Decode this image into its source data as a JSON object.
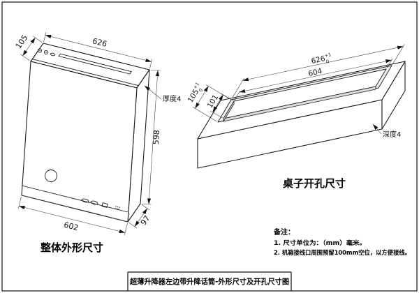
{
  "title_block": {
    "title": "超薄升降器左边带升降话筒-外形尺寸及开孔尺寸图"
  },
  "left_view": {
    "caption": "整体外形尺寸",
    "dims": {
      "top_depth": "105",
      "top_width": "626",
      "right_height": "598",
      "bottom_width": "602",
      "bottom_depth": "97",
      "panel_thickness_label": "厚度4"
    }
  },
  "right_view": {
    "caption": "桌子开孔尺寸",
    "dims": {
      "outer_length": {
        "value": "626",
        "tol_top": "+1",
        "tol_bottom": "0"
      },
      "inner_length": "604",
      "outer_width": {
        "value": "105",
        "tol_top": "+1",
        "tol_bottom": "0"
      },
      "inner_width": "101",
      "depth_label": "深度4"
    }
  },
  "notes": {
    "heading": "备注：",
    "items": [
      "1. 尺寸单位为：（mm）毫米。",
      "2. 机箱接线口周围预留100mm空位，以方便接线。"
    ]
  }
}
